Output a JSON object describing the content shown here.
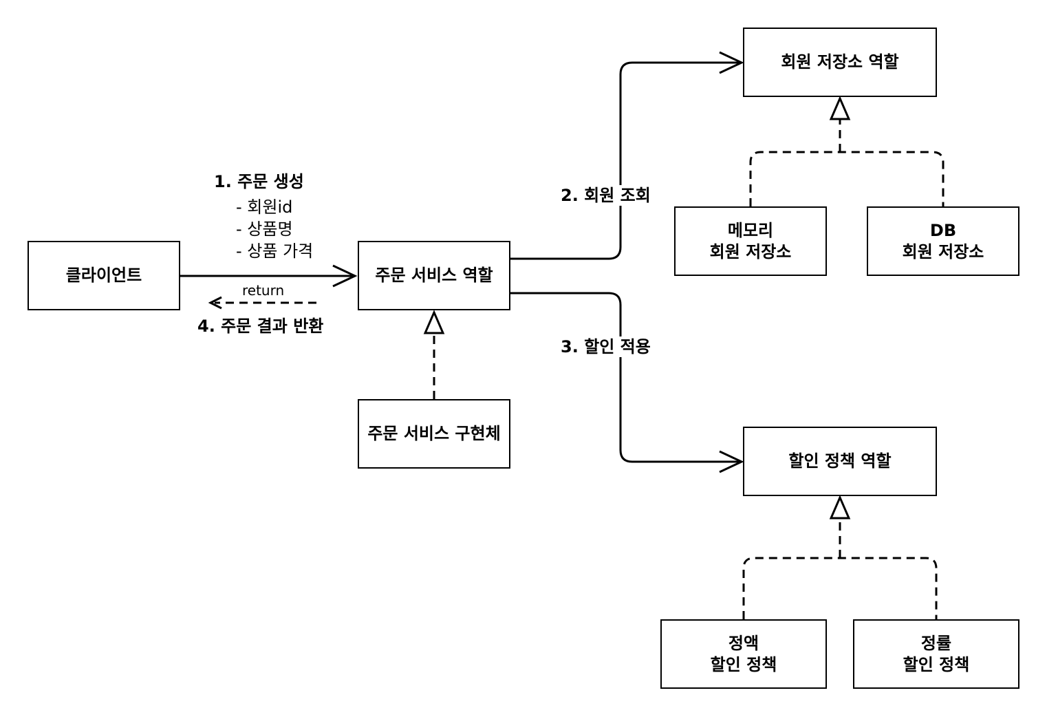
{
  "nodes": {
    "client": "클라이언트",
    "order_role": "주문 서비스 역할",
    "order_impl": "주문 서비스 구현체",
    "member_repo_role": "회원 저장소 역할",
    "memory_repo": [
      "메모리",
      "회원 저장소"
    ],
    "db_repo": [
      "DB",
      "회원 저장소"
    ],
    "discount_role": "할인 정책 역할",
    "fixed_discount": [
      "정액",
      "할인 정책"
    ],
    "rate_discount": [
      "정률",
      "할인 정책"
    ]
  },
  "labels": {
    "create_order": "1. 주문 생성",
    "param_member_id": "- 회원id",
    "param_item_name": "- 상품명",
    "param_item_price": "- 상품 가격",
    "return": "return",
    "return_result": "4. 주문 결과 반환",
    "member_lookup": "2. 회원 조회",
    "apply_discount": "3. 할인 적용"
  }
}
